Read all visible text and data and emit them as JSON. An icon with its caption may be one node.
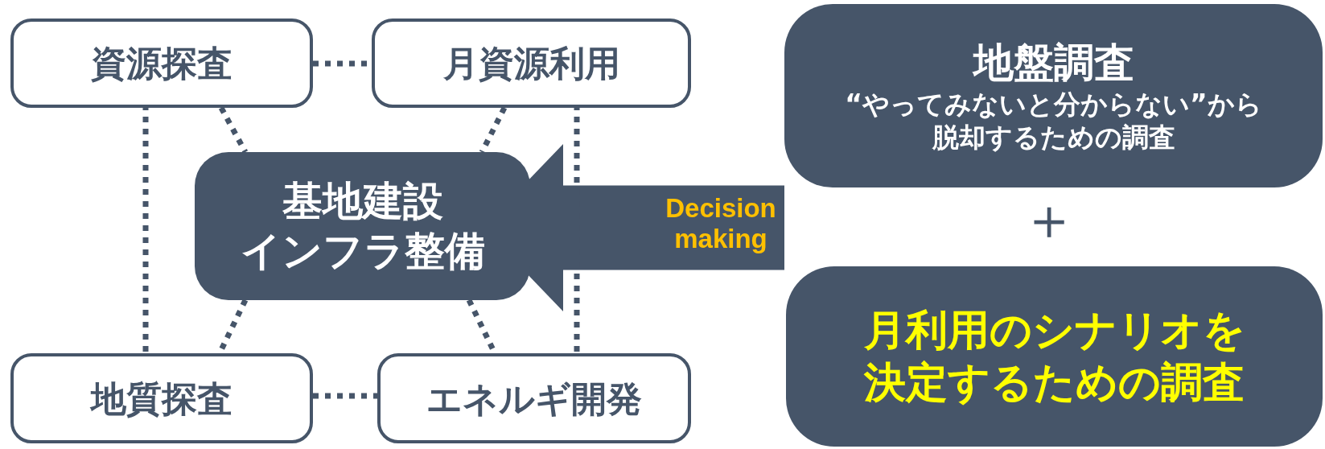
{
  "diagram": {
    "nodes": [
      {
        "text": [
          "資源探査"
        ]
      },
      {
        "text": [
          "月資源利用"
        ]
      },
      {
        "text": [
          "基地建設",
          "インフラ整備"
        ]
      },
      {
        "text": [
          "地質探査"
        ]
      },
      {
        "text": [
          "エネルギ開発"
        ]
      },
      {
        "text": [
          "地盤調査",
          "“やってみないと分からない”から脱却するための調査"
        ]
      },
      {
        "text": [
          "月利用のシナリオを決定するための調査"
        ]
      }
    ],
    "edges": [
      {
        "from": null,
        "to": 2,
        "arrow": "to",
        "label": "Decision making",
        "style": "thick"
      },
      {
        "from": 0,
        "to": 1,
        "arrow": "none",
        "style": "dashed"
      },
      {
        "from": 0,
        "to": 3,
        "arrow": "none",
        "style": "dashed"
      },
      {
        "from": 1,
        "to": 4,
        "arrow": "none",
        "style": "dashed"
      },
      {
        "from": 3,
        "to": 4,
        "arrow": "none",
        "style": "dashed"
      },
      {
        "from": 0,
        "to": 2,
        "arrow": "none",
        "style": "dashed"
      },
      {
        "from": 1,
        "to": 2,
        "arrow": "none",
        "style": "dashed"
      },
      {
        "from": 2,
        "to": 3,
        "arrow": "none",
        "style": "dashed"
      },
      {
        "from": 2,
        "to": 4,
        "arrow": "none",
        "style": "dashed"
      }
    ],
    "labels": [
      "＋"
    ]
  }
}
